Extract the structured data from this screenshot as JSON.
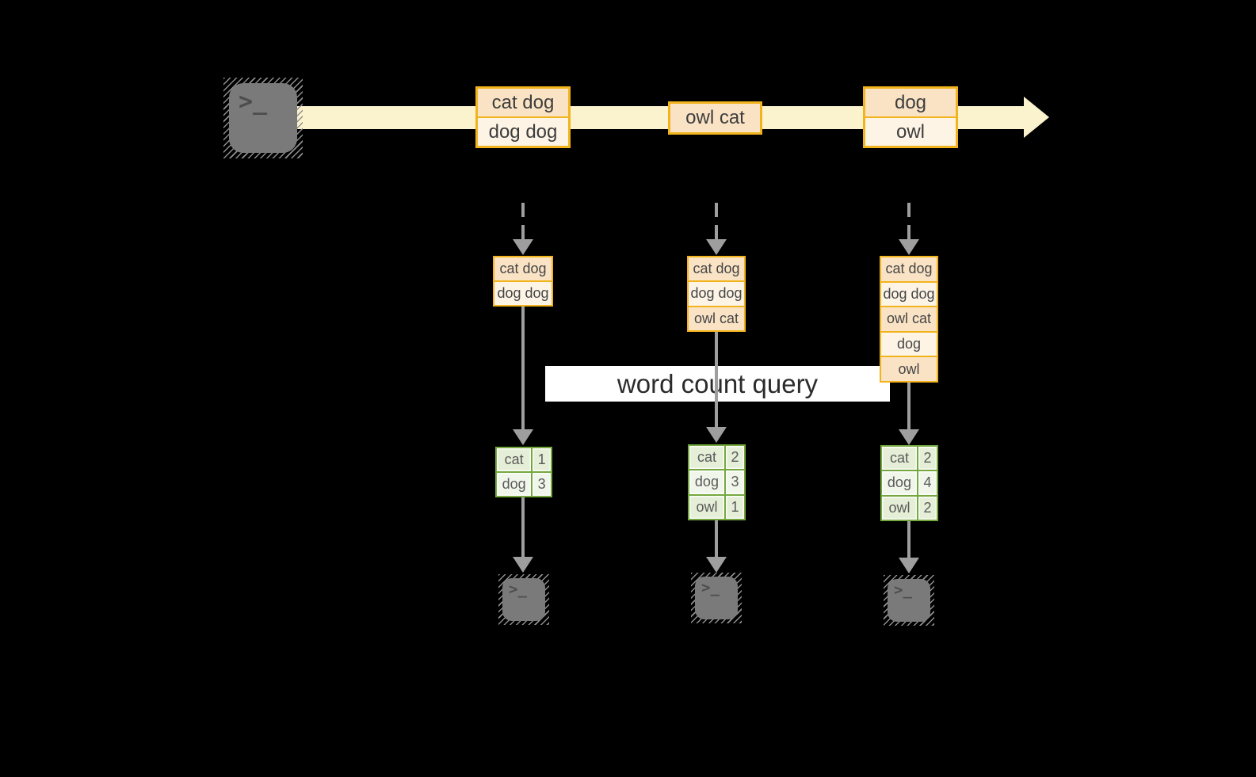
{
  "query_label": "word count query",
  "terminal_prompt": ">_",
  "colors": {
    "background": "#000000",
    "stream_band": "#FBF2CE",
    "batch_border": "#F2B41C",
    "batch_fill_dark": "#FAE3C5",
    "batch_fill_light": "#FDF4E6",
    "table_border": "#74A83F",
    "table_cell_dark": "#E5EED7",
    "table_cell_light": "#F1F6EB",
    "arrow_gray": "#9E9E9E",
    "terminal_fill": "#7A7A7A"
  },
  "stream": {
    "batches": [
      {
        "rows": [
          "cat dog",
          "dog dog"
        ]
      },
      {
        "rows": [
          "owl cat"
        ]
      },
      {
        "rows": [
          "dog",
          "owl"
        ]
      }
    ]
  },
  "columns": [
    {
      "state": [
        "cat dog",
        "dog dog"
      ],
      "counts": [
        {
          "word": "cat",
          "count": "1"
        },
        {
          "word": "dog",
          "count": "3"
        }
      ]
    },
    {
      "state": [
        "cat dog",
        "dog dog",
        "owl cat"
      ],
      "counts": [
        {
          "word": "cat",
          "count": "2"
        },
        {
          "word": "dog",
          "count": "3"
        },
        {
          "word": "owl",
          "count": "1"
        }
      ]
    },
    {
      "state": [
        "cat dog",
        "dog dog",
        "owl cat",
        "dog",
        "owl"
      ],
      "counts": [
        {
          "word": "cat",
          "count": "2"
        },
        {
          "word": "dog",
          "count": "4"
        },
        {
          "word": "owl",
          "count": "2"
        }
      ]
    }
  ]
}
